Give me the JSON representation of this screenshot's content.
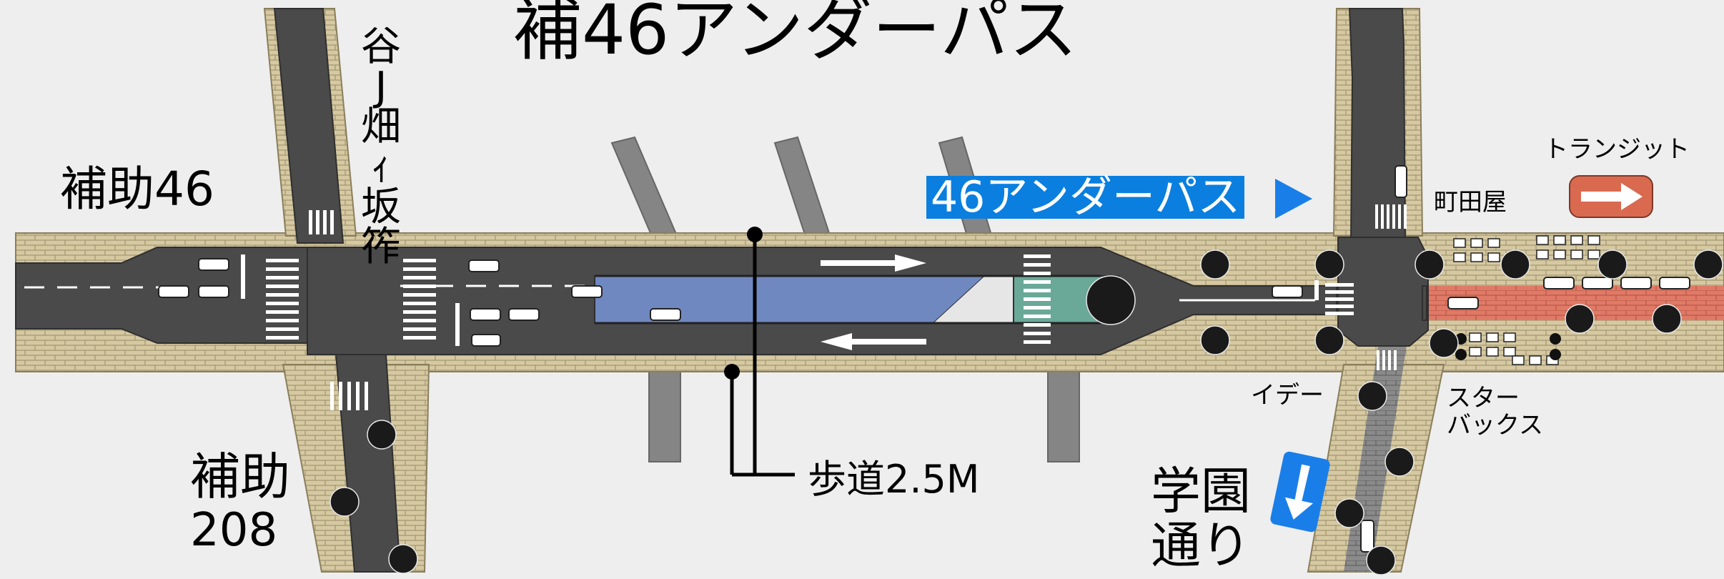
{
  "title": "補46アンダーパス",
  "roads": {
    "main": "補助46",
    "sub_line1": "補助",
    "sub_line2": "208",
    "vertical_street": [
      "谷",
      "J",
      "畑",
      "ｨ",
      "坂",
      "筰"
    ],
    "gakuen_line1": "学園",
    "gakuen_line2": "通り"
  },
  "underpass_label": "46アンダーパス",
  "sidewalk_label": "歩道2.5M",
  "places": {
    "transit": "トランジット",
    "machida": "町田屋",
    "ide": "イデー",
    "starbucks_line1": "スター",
    "starbucks_line2": "バックス"
  },
  "colors": {
    "asphalt": "#4a4a4a",
    "sidewalk_paving": "#d6c9a2",
    "underpass_blue": "#7088c0",
    "green_island": "#6aa898",
    "red_paving": "#e07a66",
    "highlight_blue": "#0a7fe0",
    "arrow_sign_blue": "#1a7ee8",
    "arrow_sign_red": "#d96a50"
  },
  "icons": [
    "right-arrow-blue-icon",
    "down-arrow-sign-icon",
    "right-arrow-sign-icon",
    "tree-icon",
    "car-icon"
  ]
}
